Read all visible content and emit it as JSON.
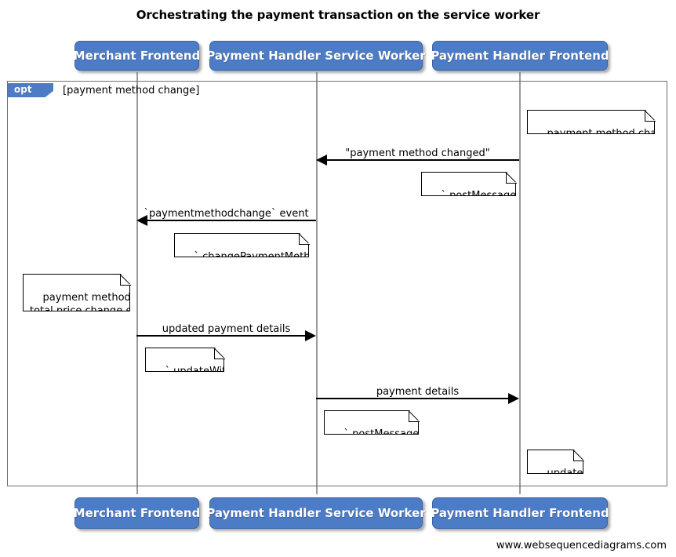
{
  "diagram": {
    "title": "Orchestrating the payment transaction on the service worker",
    "footer": "www.websequencediagrams.com",
    "colors": {
      "participant_fill": "#4d7cc7",
      "participant_text": "#ffffff",
      "frame_tag_fill": "#4d7cc7",
      "line": "#000000",
      "lifeline": "#9a9a9a",
      "note_fill": "#ffffff",
      "background": "#ffffff"
    }
  },
  "participants": [
    {
      "id": "merchant-frontend",
      "label": "Merchant Frontend"
    },
    {
      "id": "payment-handler-service-worker",
      "label": "Payment Handler Service Worker"
    },
    {
      "id": "payment-handler-frontend",
      "label": "Payment Handler Frontend"
    }
  ],
  "participants_bottom": [
    {
      "id": "merchant-frontend",
      "label": "Merchant Frontend"
    },
    {
      "id": "payment-handler-service-worker",
      "label": "Payment Handler Service Worker"
    },
    {
      "id": "payment-handler-frontend",
      "label": "Payment Handler Frontend"
    }
  ],
  "fragment": {
    "type": "opt",
    "tag_label": "opt",
    "condition": "[payment method change]"
  },
  "messages": [
    {
      "id": "msg-payment-method-changed",
      "label": "\"payment method changed\"",
      "from": "payment-handler-frontend",
      "to": "payment-handler-service-worker",
      "direction": "left"
    },
    {
      "id": "msg-paymentmethodchange-event",
      "label": "`paymentmethodchange` event",
      "from": "payment-handler-service-worker",
      "to": "merchant-frontend",
      "direction": "left"
    },
    {
      "id": "msg-updated-payment-details",
      "label": "updated payment details",
      "from": "merchant-frontend",
      "to": "payment-handler-service-worker",
      "direction": "right"
    },
    {
      "id": "msg-payment-details",
      "label": "payment details",
      "from": "payment-handler-service-worker",
      "to": "payment-handler-frontend",
      "direction": "right"
    }
  ],
  "notes": [
    {
      "id": "note-payment-method-changed",
      "text": "payment method changed",
      "over": "payment-handler-frontend"
    },
    {
      "id": "note-post-message-1",
      "text": "`.postMessage()`",
      "over": "payment-handler-frontend"
    },
    {
      "id": "note-change-payment-method",
      "text": "`.changePaymentMethod()`",
      "over": "payment-handler-service-worker"
    },
    {
      "id": "note-payment-method-total-price",
      "text": "payment method &\ntotal price change etc",
      "over": "merchant-frontend"
    },
    {
      "id": "note-update-with",
      "text": "`.updateWith()`",
      "over": "merchant-frontend"
    },
    {
      "id": "note-post-message-2",
      "text": "`.postMessage()`",
      "over": "payment-handler-service-worker"
    },
    {
      "id": "note-update-ui",
      "text": "update UI",
      "over": "payment-handler-frontend"
    }
  ]
}
